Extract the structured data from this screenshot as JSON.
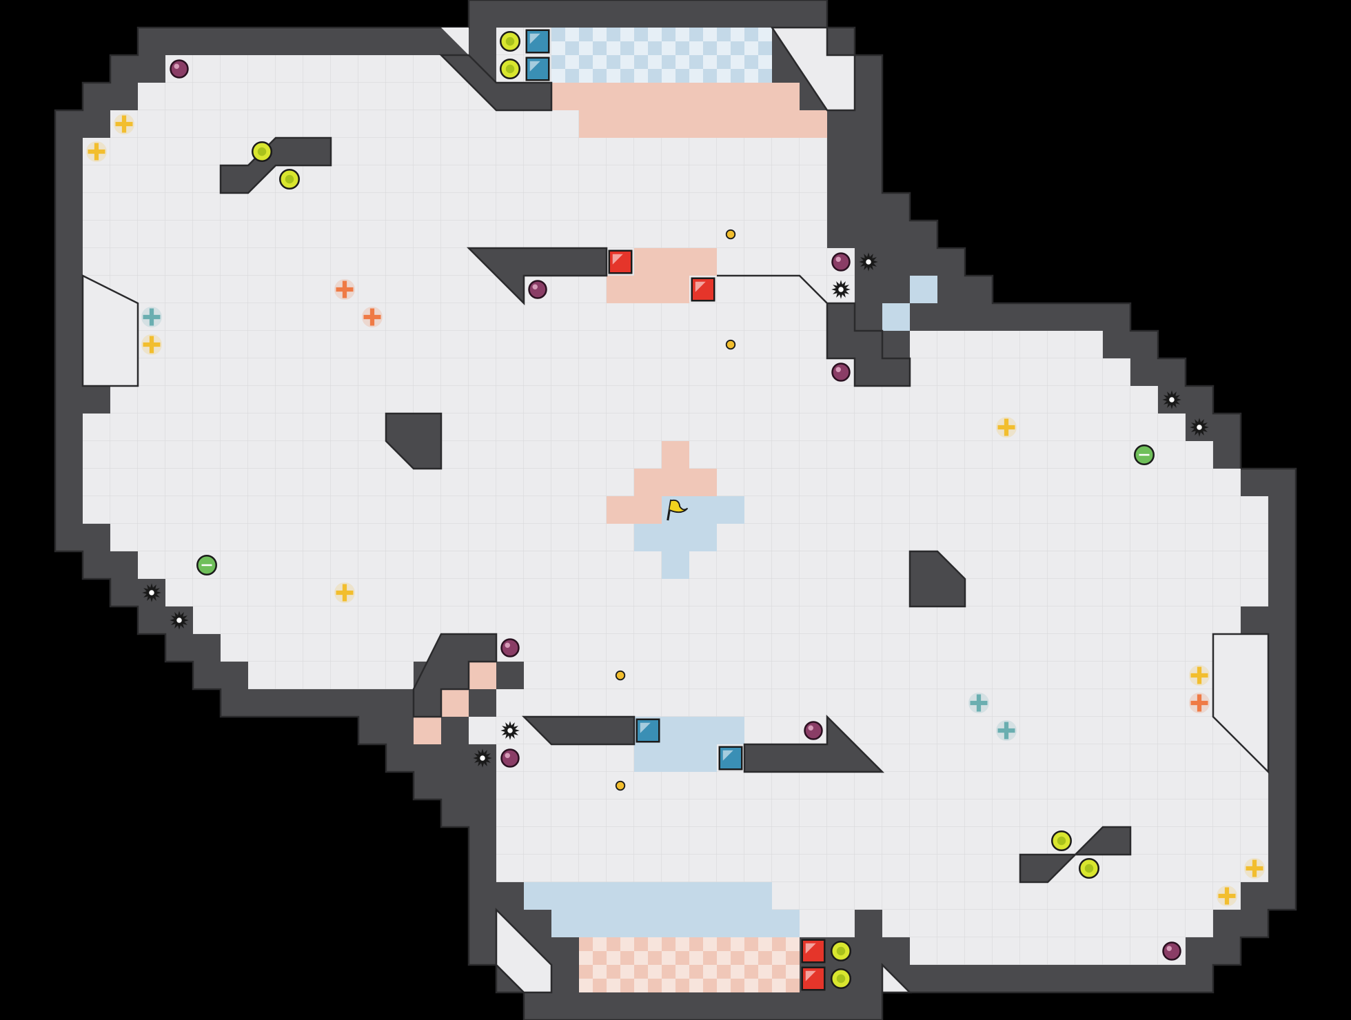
{
  "game": {
    "type": "tile-grid-arena",
    "grid": {
      "cols": 49,
      "rows": 37
    },
    "colors": {
      "background": "#000000",
      "wall": "#4a4a4d",
      "wall_edge": "#2a2a2c",
      "floor": "#ececee",
      "grid_line": "#d9d9dc",
      "team_red_zone": "#f0c7b8",
      "team_blue_zone": "#c4d9e8",
      "flag_yellow": "#f2d21e",
      "orb_yellow": "#d9e62f",
      "bomb_purple": "#8a3d66",
      "boost_yellow": "#f2be2e",
      "boost_orange": "#ef7a45",
      "boost_teal": "#6aaeb0",
      "powerup_green": "#6fbf5a",
      "spike_black": "#1a1a1a",
      "gate_red": "#e5352a",
      "gate_blue": "#3a8fb5"
    },
    "flag": {
      "name": "neutral-flag",
      "team": "yellow",
      "col": 24,
      "row": 18
    },
    "red_endzone": {
      "style": "checkered"
    },
    "blue_endzone": {
      "style": "checkered"
    },
    "bombs": [
      {
        "col": 6,
        "row": 2
      },
      {
        "col": 19,
        "row": 10
      },
      {
        "col": 30,
        "row": 9
      },
      {
        "col": 30,
        "row": 13
      },
      {
        "col": 18,
        "row": 23
      },
      {
        "col": 29,
        "row": 26
      },
      {
        "col": 18,
        "row": 27
      },
      {
        "col": 42,
        "row": 34
      }
    ],
    "spikes": [
      {
        "col": 31,
        "row": 9
      },
      {
        "col": 30,
        "row": 10
      },
      {
        "col": 42,
        "row": 14
      },
      {
        "col": 43,
        "row": 15
      },
      {
        "col": 5,
        "row": 21
      },
      {
        "col": 6,
        "row": 22
      },
      {
        "col": 18,
        "row": 26
      },
      {
        "col": 17,
        "row": 27
      }
    ],
    "orbs": [
      {
        "col": 18,
        "row": 1
      },
      {
        "col": 18,
        "row": 2
      },
      {
        "col": 9,
        "row": 5
      },
      {
        "col": 10,
        "row": 6
      },
      {
        "col": 38,
        "row": 30
      },
      {
        "col": 39,
        "row": 31
      },
      {
        "col": 30,
        "row": 34
      },
      {
        "col": 30,
        "row": 35
      }
    ],
    "boosts": [
      {
        "col": 4,
        "row": 4,
        "color": "yellow"
      },
      {
        "col": 3,
        "row": 5,
        "color": "yellow"
      },
      {
        "col": 12,
        "row": 10,
        "color": "orange"
      },
      {
        "col": 13,
        "row": 11,
        "color": "orange"
      },
      {
        "col": 5,
        "row": 11,
        "color": "teal"
      },
      {
        "col": 5,
        "row": 12,
        "color": "yellow"
      },
      {
        "col": 36,
        "row": 15,
        "color": "yellow"
      },
      {
        "col": 12,
        "row": 21,
        "color": "yellow"
      },
      {
        "col": 43,
        "row": 24,
        "color": "yellow"
      },
      {
        "col": 43,
        "row": 25,
        "color": "orange"
      },
      {
        "col": 35,
        "row": 25,
        "color": "teal"
      },
      {
        "col": 36,
        "row": 26,
        "color": "teal"
      },
      {
        "col": 45,
        "row": 31,
        "color": "yellow"
      },
      {
        "col": 44,
        "row": 32,
        "color": "yellow"
      }
    ],
    "powerups": [
      {
        "col": 41,
        "row": 16
      },
      {
        "col": 7,
        "row": 20
      }
    ],
    "pellets": [
      {
        "col": 26,
        "row": 8
      },
      {
        "col": 26,
        "row": 12
      },
      {
        "col": 22,
        "row": 24
      },
      {
        "col": 22,
        "row": 28
      }
    ],
    "gates": [
      {
        "col": 19,
        "row": 1,
        "team": "blue"
      },
      {
        "col": 19,
        "row": 2,
        "team": "blue"
      },
      {
        "col": 22,
        "row": 9,
        "team": "red"
      },
      {
        "col": 25,
        "row": 10,
        "team": "red"
      },
      {
        "col": 23,
        "row": 26,
        "team": "blue"
      },
      {
        "col": 26,
        "row": 27,
        "team": "blue"
      },
      {
        "col": 29,
        "row": 34,
        "team": "red"
      },
      {
        "col": 29,
        "row": 35,
        "team": "red"
      }
    ]
  }
}
